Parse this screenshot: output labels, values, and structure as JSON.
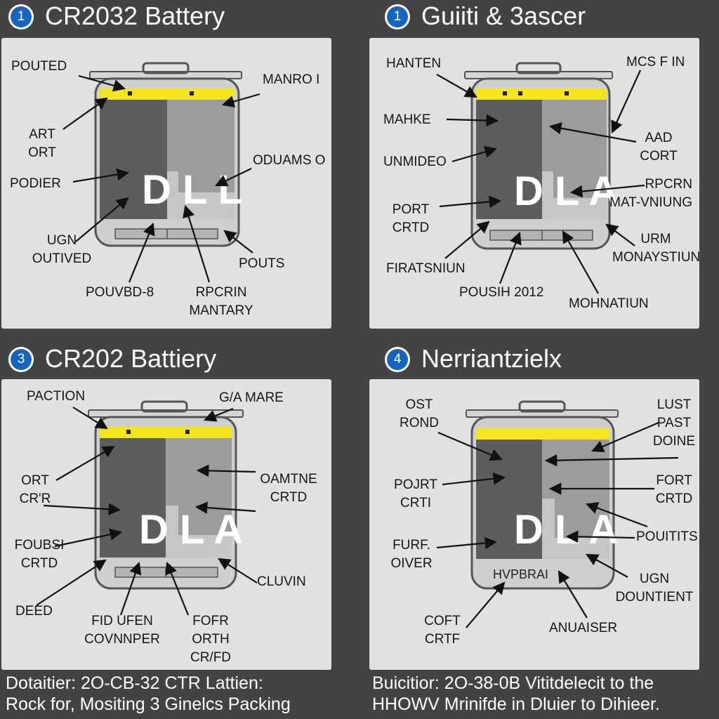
{
  "panels": [
    {
      "number": "1",
      "title": "CR2032 Battery",
      "labels": {
        "poured": "POUTED",
        "art_ort": [
          "ART",
          "ORT"
        ],
        "podier": "PODIER",
        "ugn_outived": [
          "UGN",
          "OUTIVED"
        ],
        "manro": "MANRO I",
        "oduams": "ODUAMS O",
        "pouts": "POUTS",
        "pouvbd": "POUVBD-8",
        "rpcrin_mantary": [
          "RPCRIN",
          "MANTARY"
        ]
      },
      "cell_text": "D L L"
    },
    {
      "number": "1",
      "title": "Guiiti & 3ascer",
      "labels": {
        "hanten": "HANTEN",
        "mahke": "MAHKE",
        "unmideo": "UNMIDEO",
        "port_crtd": [
          "PORT",
          "CRTD"
        ],
        "fira": "FIRATSNIUN",
        "mcs": "MCS F IN",
        "aad_cort": [
          "AAD",
          "CORT"
        ],
        "rpcrn": [
          "RPCRN",
          "MAT-VNIUNG"
        ],
        "urm": [
          "URM",
          "MONAYSTIUN"
        ],
        "pousih": "POUSIH 2012",
        "mohnatiun": "MOHNATIUN"
      },
      "cell_text": "D L A"
    },
    {
      "number": "3",
      "title": "CR202 Battiery",
      "labels": {
        "paction": "PACTION",
        "ort_crr": [
          "ORT",
          "CR'R"
        ],
        "foubsi": [
          "FOUBSI",
          "CRTD"
        ],
        "deed": "DEED",
        "ga_mare": "G/A MARE",
        "oamtne": [
          "OAMTNE",
          "CRTD"
        ],
        "cluvin": "CLUVIN",
        "fid_ufen": [
          "FID UFEN",
          "COVNNPER"
        ],
        "fofr": [
          "FOFR",
          "ORTH",
          "CR/FD"
        ]
      },
      "cell_text": "D L A"
    },
    {
      "number": "4",
      "title": "Nerriantzielx",
      "labels": {
        "ost_rond": [
          "OST",
          "ROND"
        ],
        "pojrt": [
          "POJRT",
          "CRTI"
        ],
        "furf": [
          "FURF.",
          "OIVER"
        ],
        "coft": [
          "COFT",
          "CRTF"
        ],
        "lust": [
          "LUST",
          "PAST",
          "DOINE"
        ],
        "fort": [
          "FORT",
          "CRTD"
        ],
        "pouitits": "POUITITS",
        "ugn_dou": [
          "UGN",
          "DOUNTIENT"
        ],
        "anuaiser": "ANUAISER",
        "hvpbral": "HVPBRAI"
      },
      "cell_text": "D L A"
    }
  ],
  "captions": {
    "left": [
      "Dotaitier: 2O-CB-32 CTR Lattien:",
      "Rock for, Mositing 3 Ginelcs Packing"
    ],
    "right": [
      "Buicitior: 2O-38-0B Vititdelecit to the",
      "HHOWV Mrinifde in Dluier to Dihieer."
    ]
  },
  "colors": {
    "background": "#434345",
    "panel": "#e1e1e1",
    "badge_blue": "#1565c0",
    "stripe_yellow": "#f5e51c",
    "cell_dark": "#5d5d5f",
    "cell_light": "#9c9c9e"
  }
}
